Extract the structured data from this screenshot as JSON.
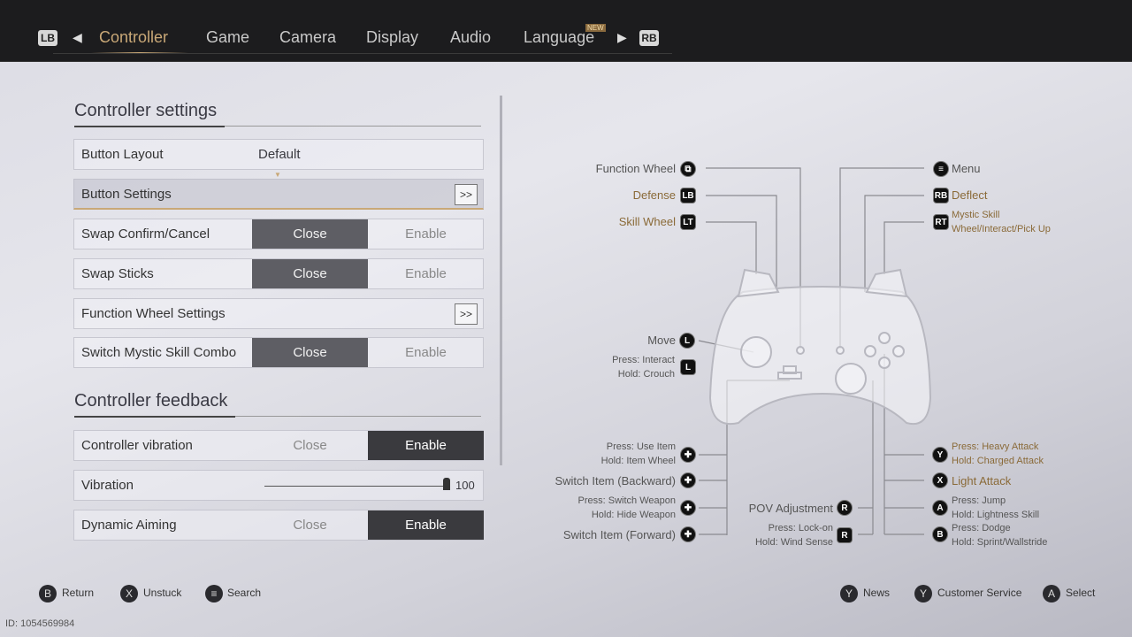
{
  "nav": {
    "lb": "LB",
    "rb": "RB",
    "tabs": [
      "Controller",
      "Game",
      "Camera",
      "Display",
      "Audio",
      "Language"
    ],
    "new_badge": "NEW",
    "active": "Controller"
  },
  "controller_settings": {
    "title": "Controller settings",
    "rows": [
      {
        "label": "Button Layout",
        "value": "Default"
      },
      {
        "label": "Button Settings",
        "chevron": ">>"
      },
      {
        "label": "Swap Confirm/Cancel",
        "options": [
          "Close",
          "Enable"
        ],
        "selected": "Close"
      },
      {
        "label": "Swap Sticks",
        "options": [
          "Close",
          "Enable"
        ],
        "selected": "Close"
      },
      {
        "label": "Function Wheel Settings",
        "chevron": ">>"
      },
      {
        "label": "Switch Mystic Skill Combo",
        "options": [
          "Close",
          "Enable"
        ],
        "selected": "Close"
      }
    ]
  },
  "controller_feedback": {
    "title": "Controller feedback",
    "rows": [
      {
        "label": "Controller vibration",
        "options": [
          "Close",
          "Enable"
        ],
        "selected": "Enable"
      },
      {
        "label": "Vibration",
        "value": "100",
        "slider_fraction": 1.0
      },
      {
        "label": "Dynamic Aiming",
        "options": [
          "Close",
          "Enable"
        ],
        "selected": "Enable"
      }
    ]
  },
  "mapping": {
    "function_wheel": "Function Wheel",
    "defense": "Defense",
    "skill_wheel": "Skill Wheel",
    "menu": "Menu",
    "deflect": "Deflect",
    "rt_1": "Mystic Skill",
    "rt_2": "Wheel/Interact/Pick Up",
    "move": "Move",
    "ls_1": "Press: Interact",
    "ls_2": "Hold: Crouch",
    "dup_1": "Press: Use Item",
    "dup_2": "Hold: Item Wheel",
    "dleft": "Switch Item (Backward)",
    "ddown_1": "Press: Switch Weapon",
    "ddown_2": "Hold: Hide Weapon",
    "dright": "Switch Item (Forward)",
    "pov": "POV Adjustment",
    "rs_1": "Press: Lock-on",
    "rs_2": "Hold: Wind Sense",
    "y_1": "Press: Heavy Attack",
    "y_2": "Hold: Charged Attack",
    "x": "Light Attack",
    "a_1": "Press: Jump",
    "a_2": "Hold: Lightness Skill",
    "b_1": "Press: Dodge",
    "b_2": "Hold: Sprint/Wallstride",
    "icons": {
      "lb": "LB",
      "lt": "LT",
      "rb": "RB",
      "rt": "RT",
      "l": "L",
      "r": "R",
      "y": "Y",
      "x": "X",
      "a": "A",
      "b": "B"
    }
  },
  "footer": {
    "return": "Return",
    "unstuck": "Unstuck",
    "search": "Search",
    "news": "News",
    "customer_service": "Customer Service",
    "select": "Select",
    "keys": {
      "b": "B",
      "x": "X",
      "y": "Y",
      "a": "A"
    }
  },
  "id_text": "ID: 1054569984",
  "colors": {
    "accent": "#c9a877",
    "gold_text": "#8a6a38"
  }
}
